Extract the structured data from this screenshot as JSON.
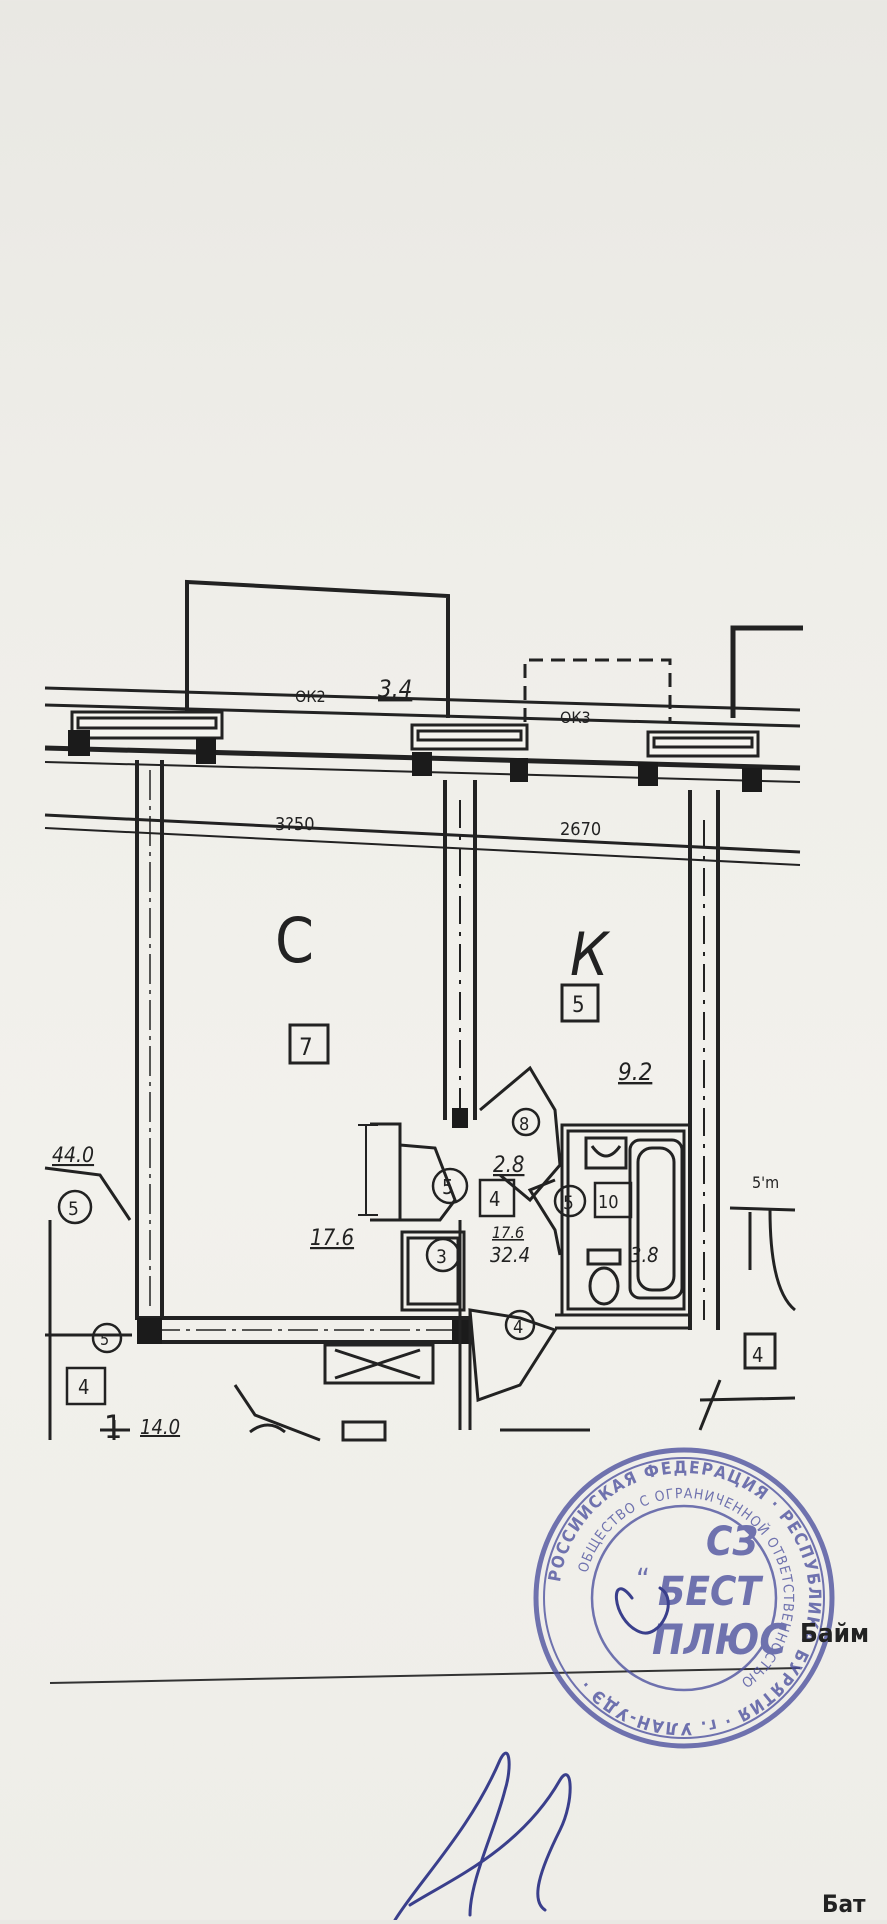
{
  "floorplan": {
    "rooms": {
      "living": {
        "letter": "С",
        "tag": "7",
        "area": "17.6",
        "dim": "3?50"
      },
      "kitchen": {
        "letter": "К",
        "tag": "5",
        "area": "9.2",
        "dim": "2670"
      },
      "hall": {
        "area": "2.8",
        "tag_circle": "8",
        "tag_box": "4"
      },
      "bath": {
        "area": "3.8",
        "tag_box": "10",
        "tag_circle": "5"
      },
      "total": {
        "living_area": "17.6",
        "total_area": "32.4"
      }
    },
    "balcony": {
      "area": "3.4",
      "label": "ОК2"
    },
    "window_label_2": "ОК3",
    "left_neighbor": {
      "area_top": "44.0",
      "area_bottom": "14.0",
      "tag_circle": "5",
      "tag_box": "4",
      "row_num": "1"
    },
    "circle_tags": [
      "5",
      "3",
      "4",
      "5"
    ],
    "right_labels": {
      "tag_box": "4",
      "sm": "5'm"
    }
  },
  "stamp": {
    "ring_top": "РОССИЙСКАЯ ФЕДЕРАЦИЯ · РЕСПУБЛИКА БУРЯТИЯ",
    "ring_inner": "ОБЩЕСТВО С ОГРАНИЧЕННОЙ ОТВЕТСТВЕННОСТЬЮ",
    "ring_bottom": "г. УЛАН-УДЭ",
    "center_1": "СЗ",
    "center_2": "БЕСТ",
    "center_3": "ПЛЮС"
  },
  "signature": {
    "name_top": "Байм",
    "name_bottom": "Бат"
  }
}
